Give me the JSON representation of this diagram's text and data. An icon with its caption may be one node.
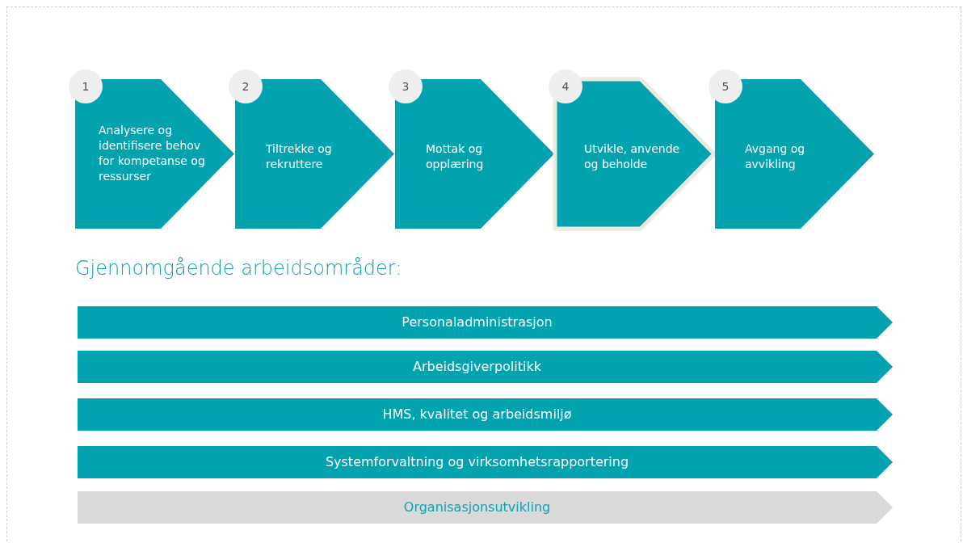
{
  "diagram": {
    "title": "Gjennomgående arbeidsområder:",
    "nodes": [
      {
        "text": [
          "1"
        ]
      },
      {
        "text": [
          "Analysere og identifisere behov for kompetanse og ressurser"
        ]
      },
      {
        "text": [
          "2"
        ]
      },
      {
        "text": [
          "Tiltrekke og rekruttere"
        ]
      },
      {
        "text": [
          "3"
        ]
      },
      {
        "text": [
          "Mottak og opplæring"
        ]
      },
      {
        "text": [
          "4"
        ]
      },
      {
        "text": [
          "Utvikle, anvende og beholde"
        ]
      },
      {
        "text": [
          "5"
        ]
      },
      {
        "text": [
          "Avgang og avvikling"
        ]
      },
      {
        "text": [
          "Personaladministrasjon"
        ]
      },
      {
        "text": [
          "Arbeidsgiverpolitikk"
        ]
      },
      {
        "text": [
          "HMS, kvalitet og arbeidsmiljø"
        ]
      },
      {
        "text": [
          "Systemforvaltning og virksomhetsrapportering"
        ]
      },
      {
        "text": [
          "Organisasjonsutvikling"
        ]
      }
    ],
    "edges": []
  }
}
